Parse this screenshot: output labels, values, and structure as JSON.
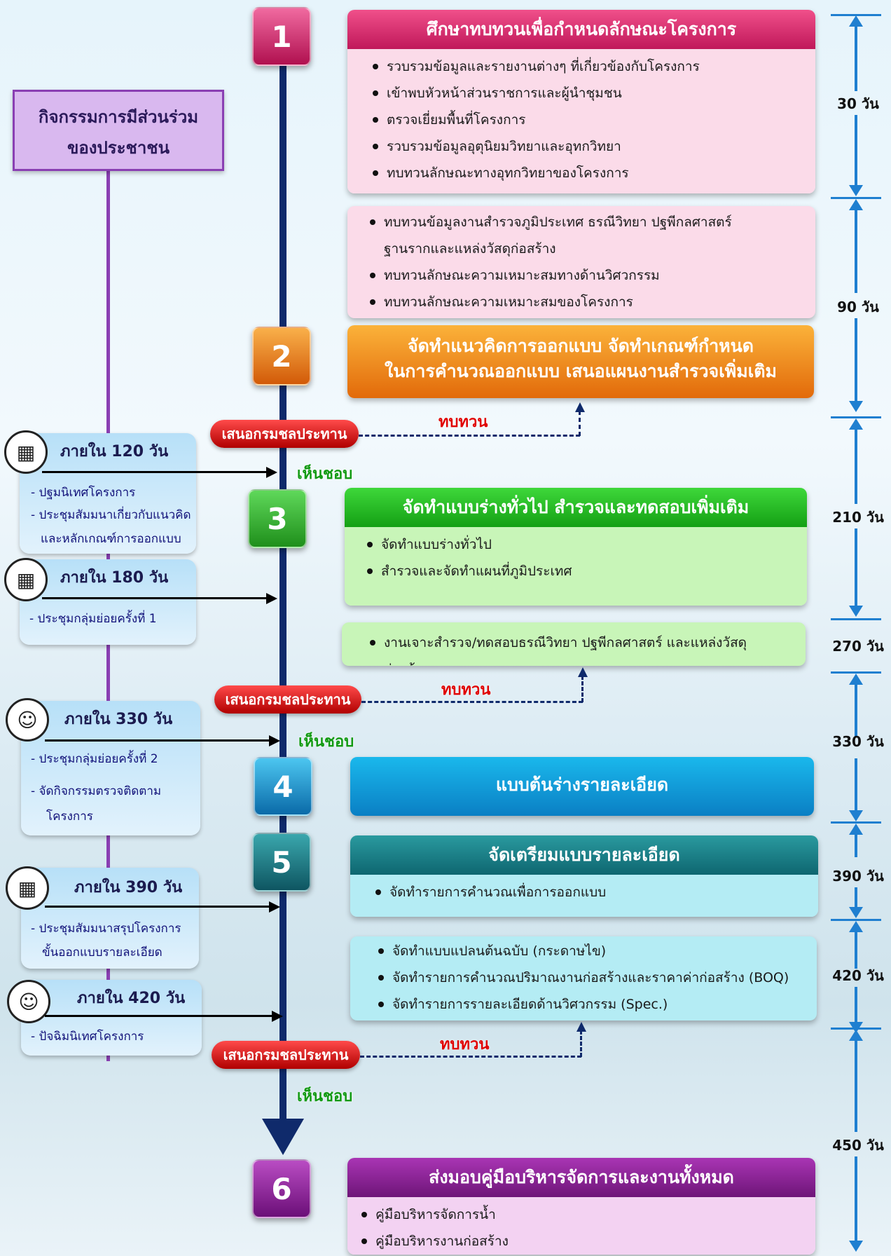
{
  "participation_title": [
    "กิจกรรมการมีส่วนร่วม",
    "ของประชาชน"
  ],
  "steps": {
    "s1": {
      "number": "1",
      "header": "ศึกษาทบทวนเพื่อกำหนดลักษณะโครงการ",
      "items": [
        "รวบรวมข้อมูลและรายงานต่างๆ ที่เกี่ยวข้องกับโครงการ",
        "เข้าพบหัวหน้าส่วนราชการและผู้นำชุมชน",
        "ตรวจเยี่ยมพื้นที่โครงการ",
        "รวบรวมข้อมูลอุตุนิยมวิทยาและอุทกวิทยา",
        "ทบทวนลักษณะทางอุทกวิทยาของโครงการ"
      ]
    },
    "s1b": {
      "items": [
        "ทบทวนข้อมูลงานสำรวจภูมิประเทศ ธรณีวิทยา ปฐพีกลศาสตร์",
        "ทบทวนลักษณะความเหมาะสมทางด้านวิศวกรรม",
        "ทบทวนลักษณะความเหมาะสมของโครงการ"
      ],
      "cont": "ฐานรากและแหล่งวัสดุก่อสร้าง"
    },
    "s2": {
      "number": "2",
      "header": [
        "จัดทำแนวคิดการออกแบบ จัดทำเกณฑ์กำหนด",
        "ในการคำนวณออกแบบ เสนอแผนงานสำรวจเพิ่มเติม"
      ]
    },
    "s3": {
      "number": "3",
      "header": "จัดทำแบบร่างทั่วไป สำรวจและทดสอบเพิ่มเติม",
      "items": [
        "จัดทำแบบร่างทั่วไป",
        "สำรวจและจัดทำแผนที่ภูมิประเทศ"
      ]
    },
    "s3b": {
      "items": [
        "งานเจาะสำรวจ/ทดสอบธรณีวิทยา ปฐพีกลศาสตร์ และแหล่งวัสดุก่อสร้าง"
      ]
    },
    "s4": {
      "number": "4",
      "header": "แบบต้นร่างรายละเอียด"
    },
    "s5": {
      "number": "5",
      "header": "จัดเตรียมแบบรายละเอียด",
      "items": [
        "จัดทำรายการคำนวณเพื่อการออกแบบ"
      ]
    },
    "s5b": {
      "items": [
        "จัดทำแบบแปลนต้นฉบับ (กระดาษไข)",
        "จัดทำรายการคำนวณปริมาณงานก่อสร้างและราคาค่าก่อสร้าง (BOQ)",
        "จัดทำรายการรายละเอียดด้านวิศวกรรม (Spec.)"
      ]
    },
    "s6": {
      "number": "6",
      "header": "ส่งมอบคู่มือบริหารจัดการและงานทั้งหมด",
      "items": [
        "คู่มือบริหารจัดการน้ำ",
        "คู่มือบริหารงานก่อสร้าง"
      ]
    }
  },
  "left_boxes": [
    {
      "head": "ภายใน 120 วัน",
      "items": [
        "- ปฐมนิเทศโครงการ",
        "- ประชุมสัมมนาเกี่ยวกับแนวคิด",
        "และหลักเกณฑ์การออกแบบ"
      ]
    },
    {
      "head": "ภายใน 180 วัน",
      "items": [
        "-  ประชุมกลุ่มย่อยครั้งที่ 1"
      ]
    },
    {
      "head": "ภายใน 330 วัน",
      "items": [
        "-  ประชุมกลุ่มย่อยครั้งที่ 2",
        "-   จัดกิจกรรมตรวจติดตาม",
        "โครงการ"
      ]
    },
    {
      "head": "ภายใน 390 วัน",
      "items": [
        "-  ประชุมสัมมนาสรุปโครงการ",
        "ขั้นออกแบบรายละเอียด"
      ]
    },
    {
      "head": "ภายใน 420 วัน",
      "items": [
        "-  ปัจฉิมนิเทศโครงการ"
      ]
    }
  ],
  "decision": {
    "propose": "เสนอกรมชลประทาน",
    "review": "ทบทวน",
    "approve": "เห็นชอบ"
  },
  "durations": [
    "30 วัน",
    "90 วัน",
    "210 วัน",
    "270 วัน",
    "330 วัน",
    "390 วัน",
    "420 วัน",
    "450 วัน"
  ],
  "icons": [
    "meeting-icon",
    "group-icon"
  ],
  "colors": {
    "axis": "#0f2a6b",
    "participation": "#8a3fb3",
    "ruler": "#1f7fd0",
    "propose": "#d10000",
    "review": "#e00000",
    "approve": "#129a12"
  }
}
